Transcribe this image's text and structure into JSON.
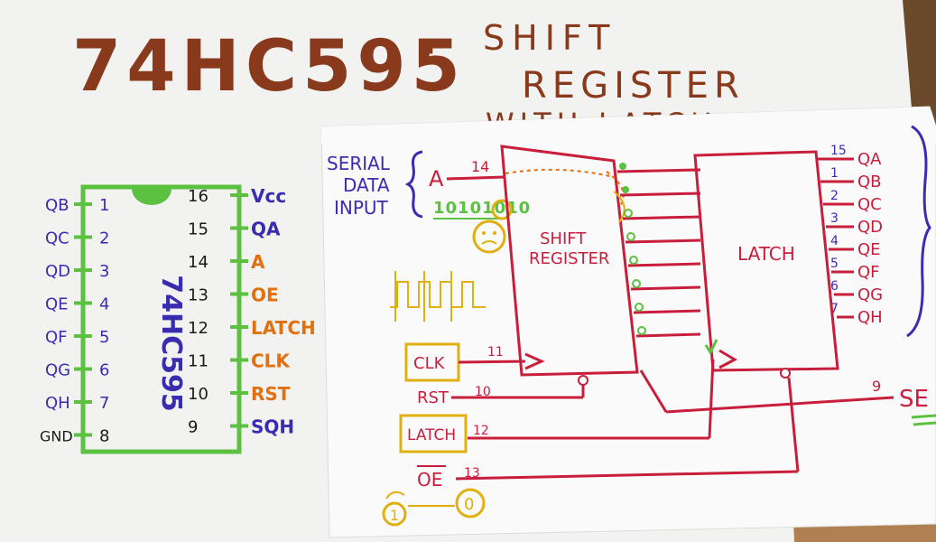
{
  "title": {
    "chip": "74HC595",
    "dash": "-",
    "line1": "SHIFT",
    "line2": "REGISTER",
    "line3": "WITH LATCH"
  },
  "pinout": {
    "chip_label": "74HC595",
    "left_pins": [
      {
        "label": "QB",
        "num": "1"
      },
      {
        "label": "QC",
        "num": "2"
      },
      {
        "label": "QD",
        "num": "3"
      },
      {
        "label": "QE",
        "num": "4"
      },
      {
        "label": "QF",
        "num": "5"
      },
      {
        "label": "QG",
        "num": "6"
      },
      {
        "label": "QH",
        "num": "7"
      },
      {
        "label": "GND",
        "num": "8"
      }
    ],
    "right_pins": [
      {
        "label": "Vcc",
        "num": "16"
      },
      {
        "label": "QA",
        "num": "15"
      },
      {
        "label": "A",
        "num": "14"
      },
      {
        "label": "OE",
        "num": "13"
      },
      {
        "label": "LATCH",
        "num": "12"
      },
      {
        "label": "CLK",
        "num": "11"
      },
      {
        "label": "RST",
        "num": "10"
      },
      {
        "label": "SQH",
        "num": "9"
      }
    ]
  },
  "diagram": {
    "serial_l1": "SERIAL",
    "serial_l2": "DATA",
    "serial_l3": "INPUT",
    "a_label": "A",
    "a_pin": "14",
    "bits": "10101010",
    "shift_l1": "SHIFT",
    "shift_l2": "REGISTER",
    "latch_box": "LATCH",
    "clk": "CLK",
    "clk_pin": "11",
    "rst": "RST",
    "rst_pin": "10",
    "latch_in": "LATCH",
    "latch_pin": "12",
    "oe": "OE",
    "oe_pin": "13",
    "oe_one": "1",
    "oe_zero": "0",
    "sq_pin": "9",
    "sq_text": "SE",
    "outputs": [
      {
        "pin": "15",
        "label": "QA"
      },
      {
        "pin": "1",
        "label": "QB"
      },
      {
        "pin": "2",
        "label": "QC"
      },
      {
        "pin": "3",
        "label": "QD"
      },
      {
        "pin": "4",
        "label": "QE"
      },
      {
        "pin": "5",
        "label": "QF"
      },
      {
        "pin": "6",
        "label": "QG"
      },
      {
        "pin": "7",
        "label": "QH"
      }
    ]
  },
  "colors": {
    "paper": "#f8f8f6",
    "paper_back": "#f2f2f0",
    "desk": "#b08050",
    "title_ink": "#8a3a1c",
    "red_ink": "#c81e3c",
    "green_ink": "#5cc040",
    "blue_ink": "#3a2cb0",
    "orange_ink": "#e07010",
    "yellow_ink": "#e0b010",
    "black_ink": "#1a1a1a"
  }
}
